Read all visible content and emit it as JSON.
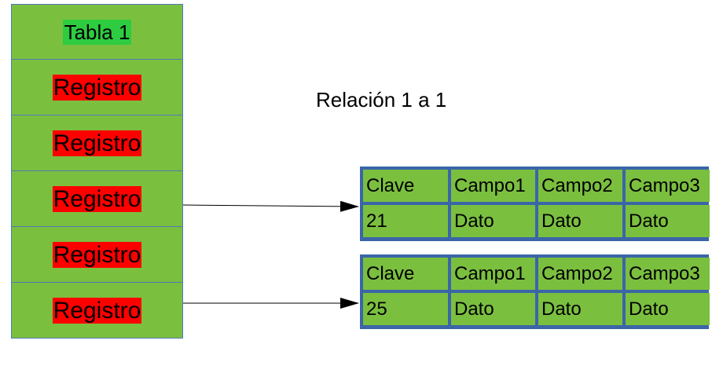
{
  "table": {
    "title": "Tabla 1",
    "rows": [
      "Registro",
      "Registro",
      "Registro",
      "Registro",
      "Registro"
    ]
  },
  "relation_label": "Relación 1 a 1",
  "records": [
    {
      "header": [
        "Clave",
        "Campo1",
        "Campo2",
        "Campo3"
      ],
      "values": [
        "21",
        "Dato",
        "Dato",
        "Dato"
      ]
    },
    {
      "header": [
        "Clave",
        "Campo1",
        "Campo2",
        "Campo3"
      ],
      "values": [
        "25",
        "Dato",
        "Dato",
        "Dato"
      ]
    }
  ],
  "colors": {
    "cell_green": "#7bbf3f",
    "title_green": "#2ecc40",
    "highlight_red": "#ff0000",
    "border_blue": "#3a66a8"
  }
}
